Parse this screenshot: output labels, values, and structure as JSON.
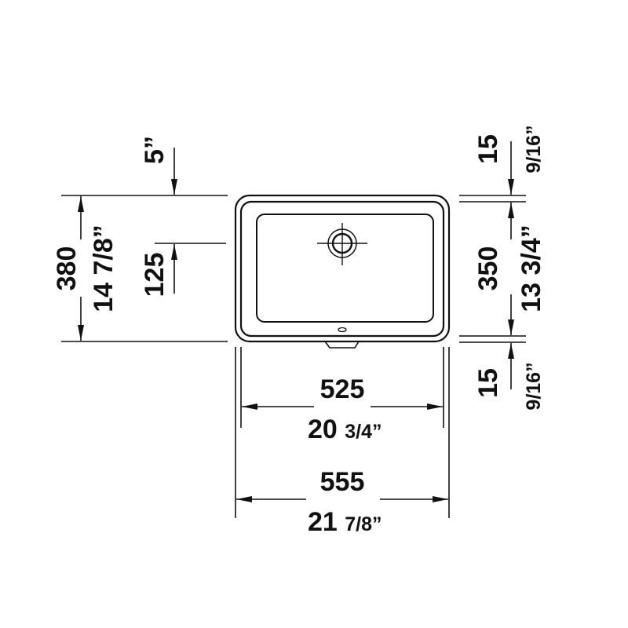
{
  "drawing": {
    "type": "technical-dimension-drawing",
    "subject": "undermount rectangular basin, top view",
    "line_color": "#111111",
    "background": "#ffffff"
  },
  "dimensions": {
    "overall_width": {
      "mm": "555",
      "inch": "21",
      "inch_frac": "7/8”"
    },
    "inner_width": {
      "mm": "525",
      "inch": "20",
      "inch_frac": "3/4”"
    },
    "overall_depth": {
      "mm": "380",
      "inch": "14 7/8”"
    },
    "inner_depth": {
      "mm": "350",
      "inch": "13 3/4”"
    },
    "rim_top": {
      "mm": "15",
      "inch": "9/16”"
    },
    "rim_bottom": {
      "mm": "15",
      "inch": "9/16”"
    },
    "drain_offset": {
      "mm": "125",
      "inch": "5”"
    }
  }
}
